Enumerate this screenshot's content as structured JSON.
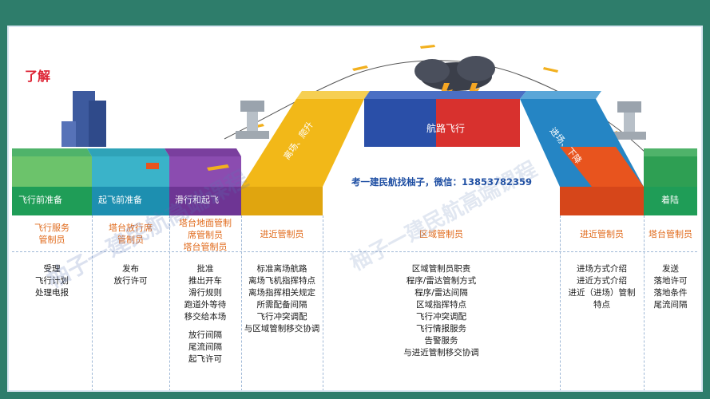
{
  "badge": "了解",
  "banner": "考一建民航找柚子，微信：13853782359",
  "watermark": "柚子一建民航高端课程",
  "phases": [
    {
      "label": "飞行前准备",
      "role": [
        "飞行服务",
        "管制员"
      ],
      "tasks": [
        [
          "受理",
          "飞行计划",
          "处理电报"
        ]
      ]
    },
    {
      "label": "起飞前准备",
      "role": [
        "塔台放行席",
        "管制员"
      ],
      "tasks": [
        [
          "发布",
          "放行许可"
        ]
      ]
    },
    {
      "label": "滑行和起飞",
      "role": [
        "塔台地面管制",
        "席管制员",
        "塔台管制员"
      ],
      "tasks": [
        [
          "批准",
          "推出开车",
          "滑行规则",
          "跑道外等待",
          "移交给本场"
        ],
        [
          "放行间隔",
          "尾流间隔",
          "起飞许可"
        ]
      ]
    },
    {
      "label": "离场、爬升",
      "role": [
        "进近管制员"
      ],
      "tasks": [
        [
          "标准离场航路",
          "离场飞机指挥特点",
          "离场指挥相关规定",
          "所需配备间隔",
          "飞行冲突调配",
          "与区域管制移交协调"
        ]
      ]
    },
    {
      "label": "航路飞行",
      "role": [
        "区域管制员"
      ],
      "tasks": [
        [
          "区域管制员职责",
          "程序/雷达管制方式",
          "程序/雷达间隔",
          "区域指挥特点",
          "飞行冲突调配",
          "飞行情报服务",
          "告警服务",
          "与进近管制移交协调"
        ]
      ]
    },
    {
      "label": "进场、下降",
      "role": [
        "进近管制员"
      ],
      "tasks": [
        [
          "进场方式介绍",
          "进近方式介绍",
          "进近（进场）管制",
          "特点"
        ]
      ]
    },
    {
      "label": "着陆",
      "role": [
        "塔台管制员"
      ],
      "tasks": [
        [
          "发送",
          "落地许可",
          "落地条件",
          "尾流间隔"
        ]
      ]
    }
  ]
}
